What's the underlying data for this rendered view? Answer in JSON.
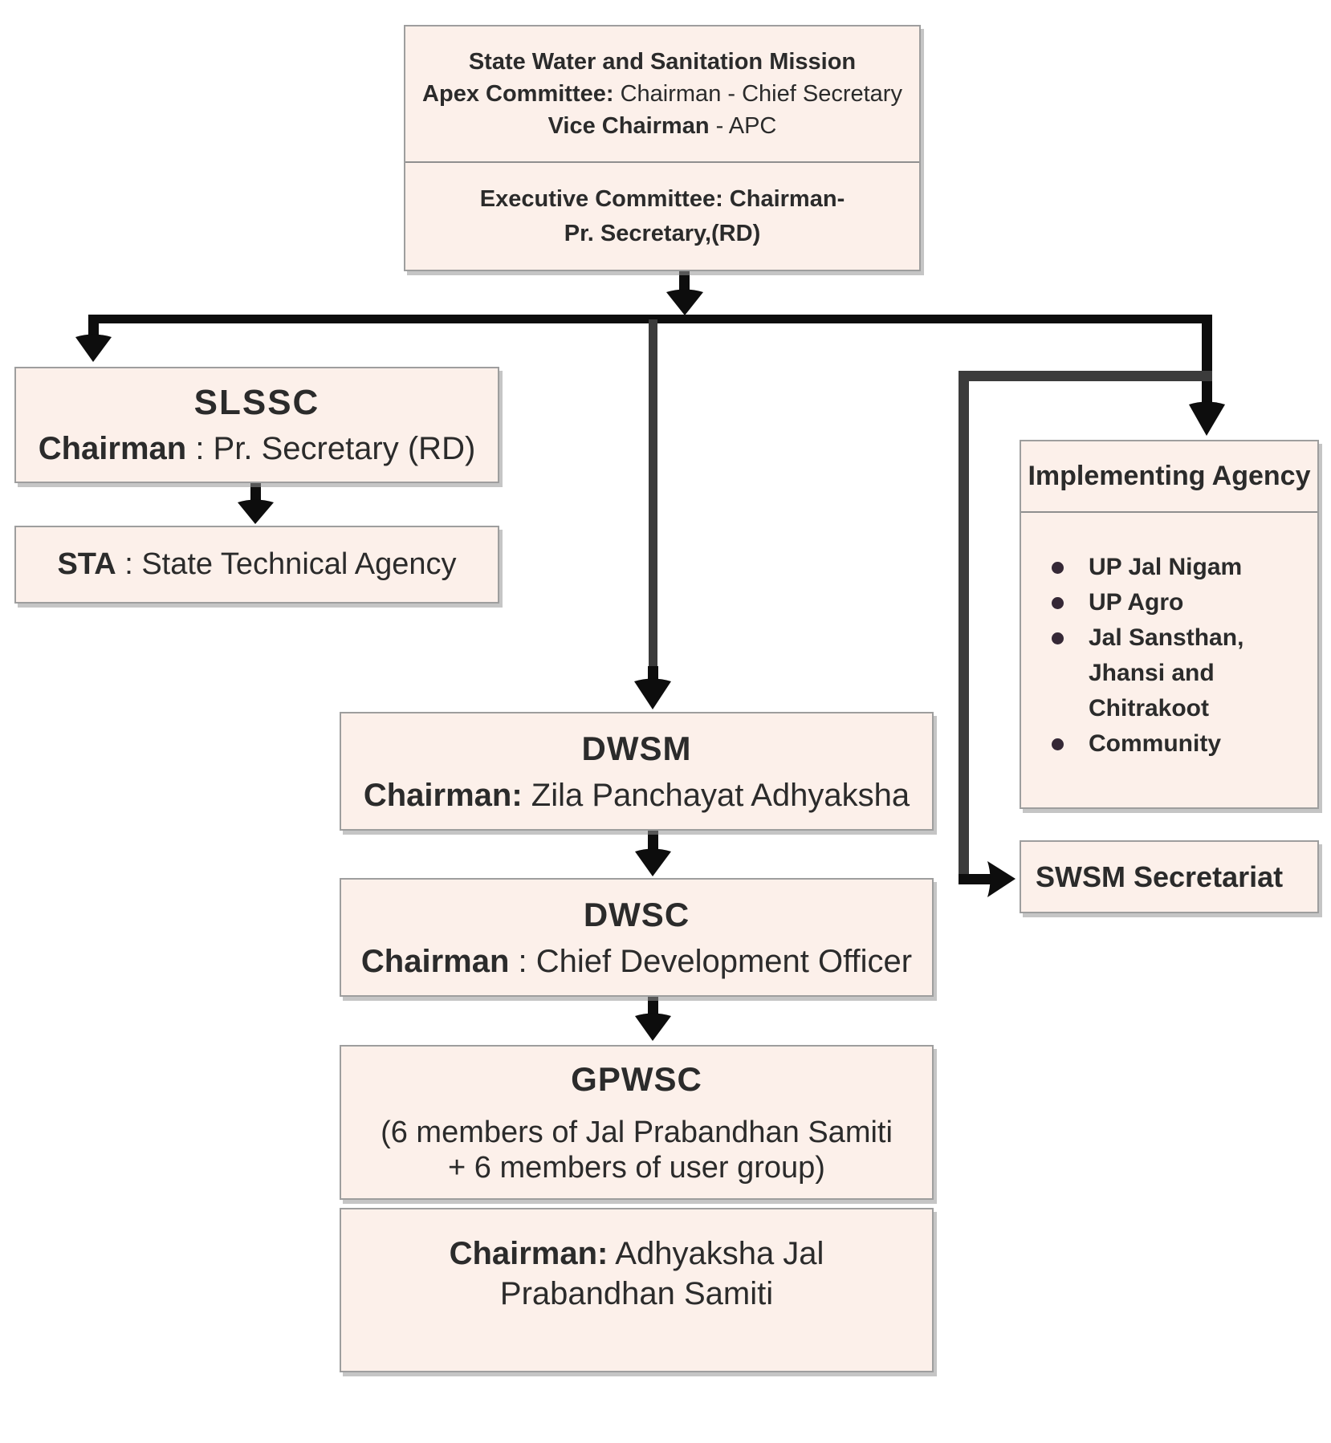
{
  "colors": {
    "box_fill": "#fcf0ea",
    "box_border": "#9e9e9e",
    "text": "#2b2b2b",
    "connector_black": "#0d0d0d",
    "connector_gray": "#3b3b3b"
  },
  "top_box": {
    "apex_line1": "State Water and Sanitation Mission",
    "apex_line2_bold": "Apex Committee:",
    "apex_line2_rest": " Chairman - Chief Secretary",
    "apex_line3_bold": "Vice Chairman",
    "apex_line3_rest": " - APC",
    "exec_line1": "Executive Committee: Chairman-",
    "exec_line2": "Pr. Secretary,(RD)"
  },
  "slssc": {
    "title": "SLSSC",
    "chair_bold": "Chairman",
    "chair_rest": " : Pr. Secretary (RD)"
  },
  "sta": {
    "bold": "STA",
    "rest": " : State Technical Agency"
  },
  "dwsm": {
    "title": "DWSM",
    "chair_bold": "Chairman:",
    "chair_rest": " Zila Panchayat Adhyaksha"
  },
  "dwsc": {
    "title": "DWSC",
    "chair_bold": "Chairman",
    "chair_rest": " : Chief Development Officer"
  },
  "gpwsc": {
    "title": "GPWSC",
    "members_line1": "(6 members of Jal Prabandhan Samiti",
    "members_line2": "+ 6 members of user group)"
  },
  "gpwsc_chair": {
    "bold": "Chairman:",
    "rest": " Adhyaksha Jal",
    "line2": "Prabandhan Samiti"
  },
  "implementing_agency": {
    "title": "Implementing Agency",
    "items": [
      "UP Jal Nigam",
      "UP Agro",
      "Jal Sansthan, Jhansi and Chitrakoot",
      "Community"
    ]
  },
  "swsm_secretariat": {
    "label": "SWSM Secretariat"
  }
}
